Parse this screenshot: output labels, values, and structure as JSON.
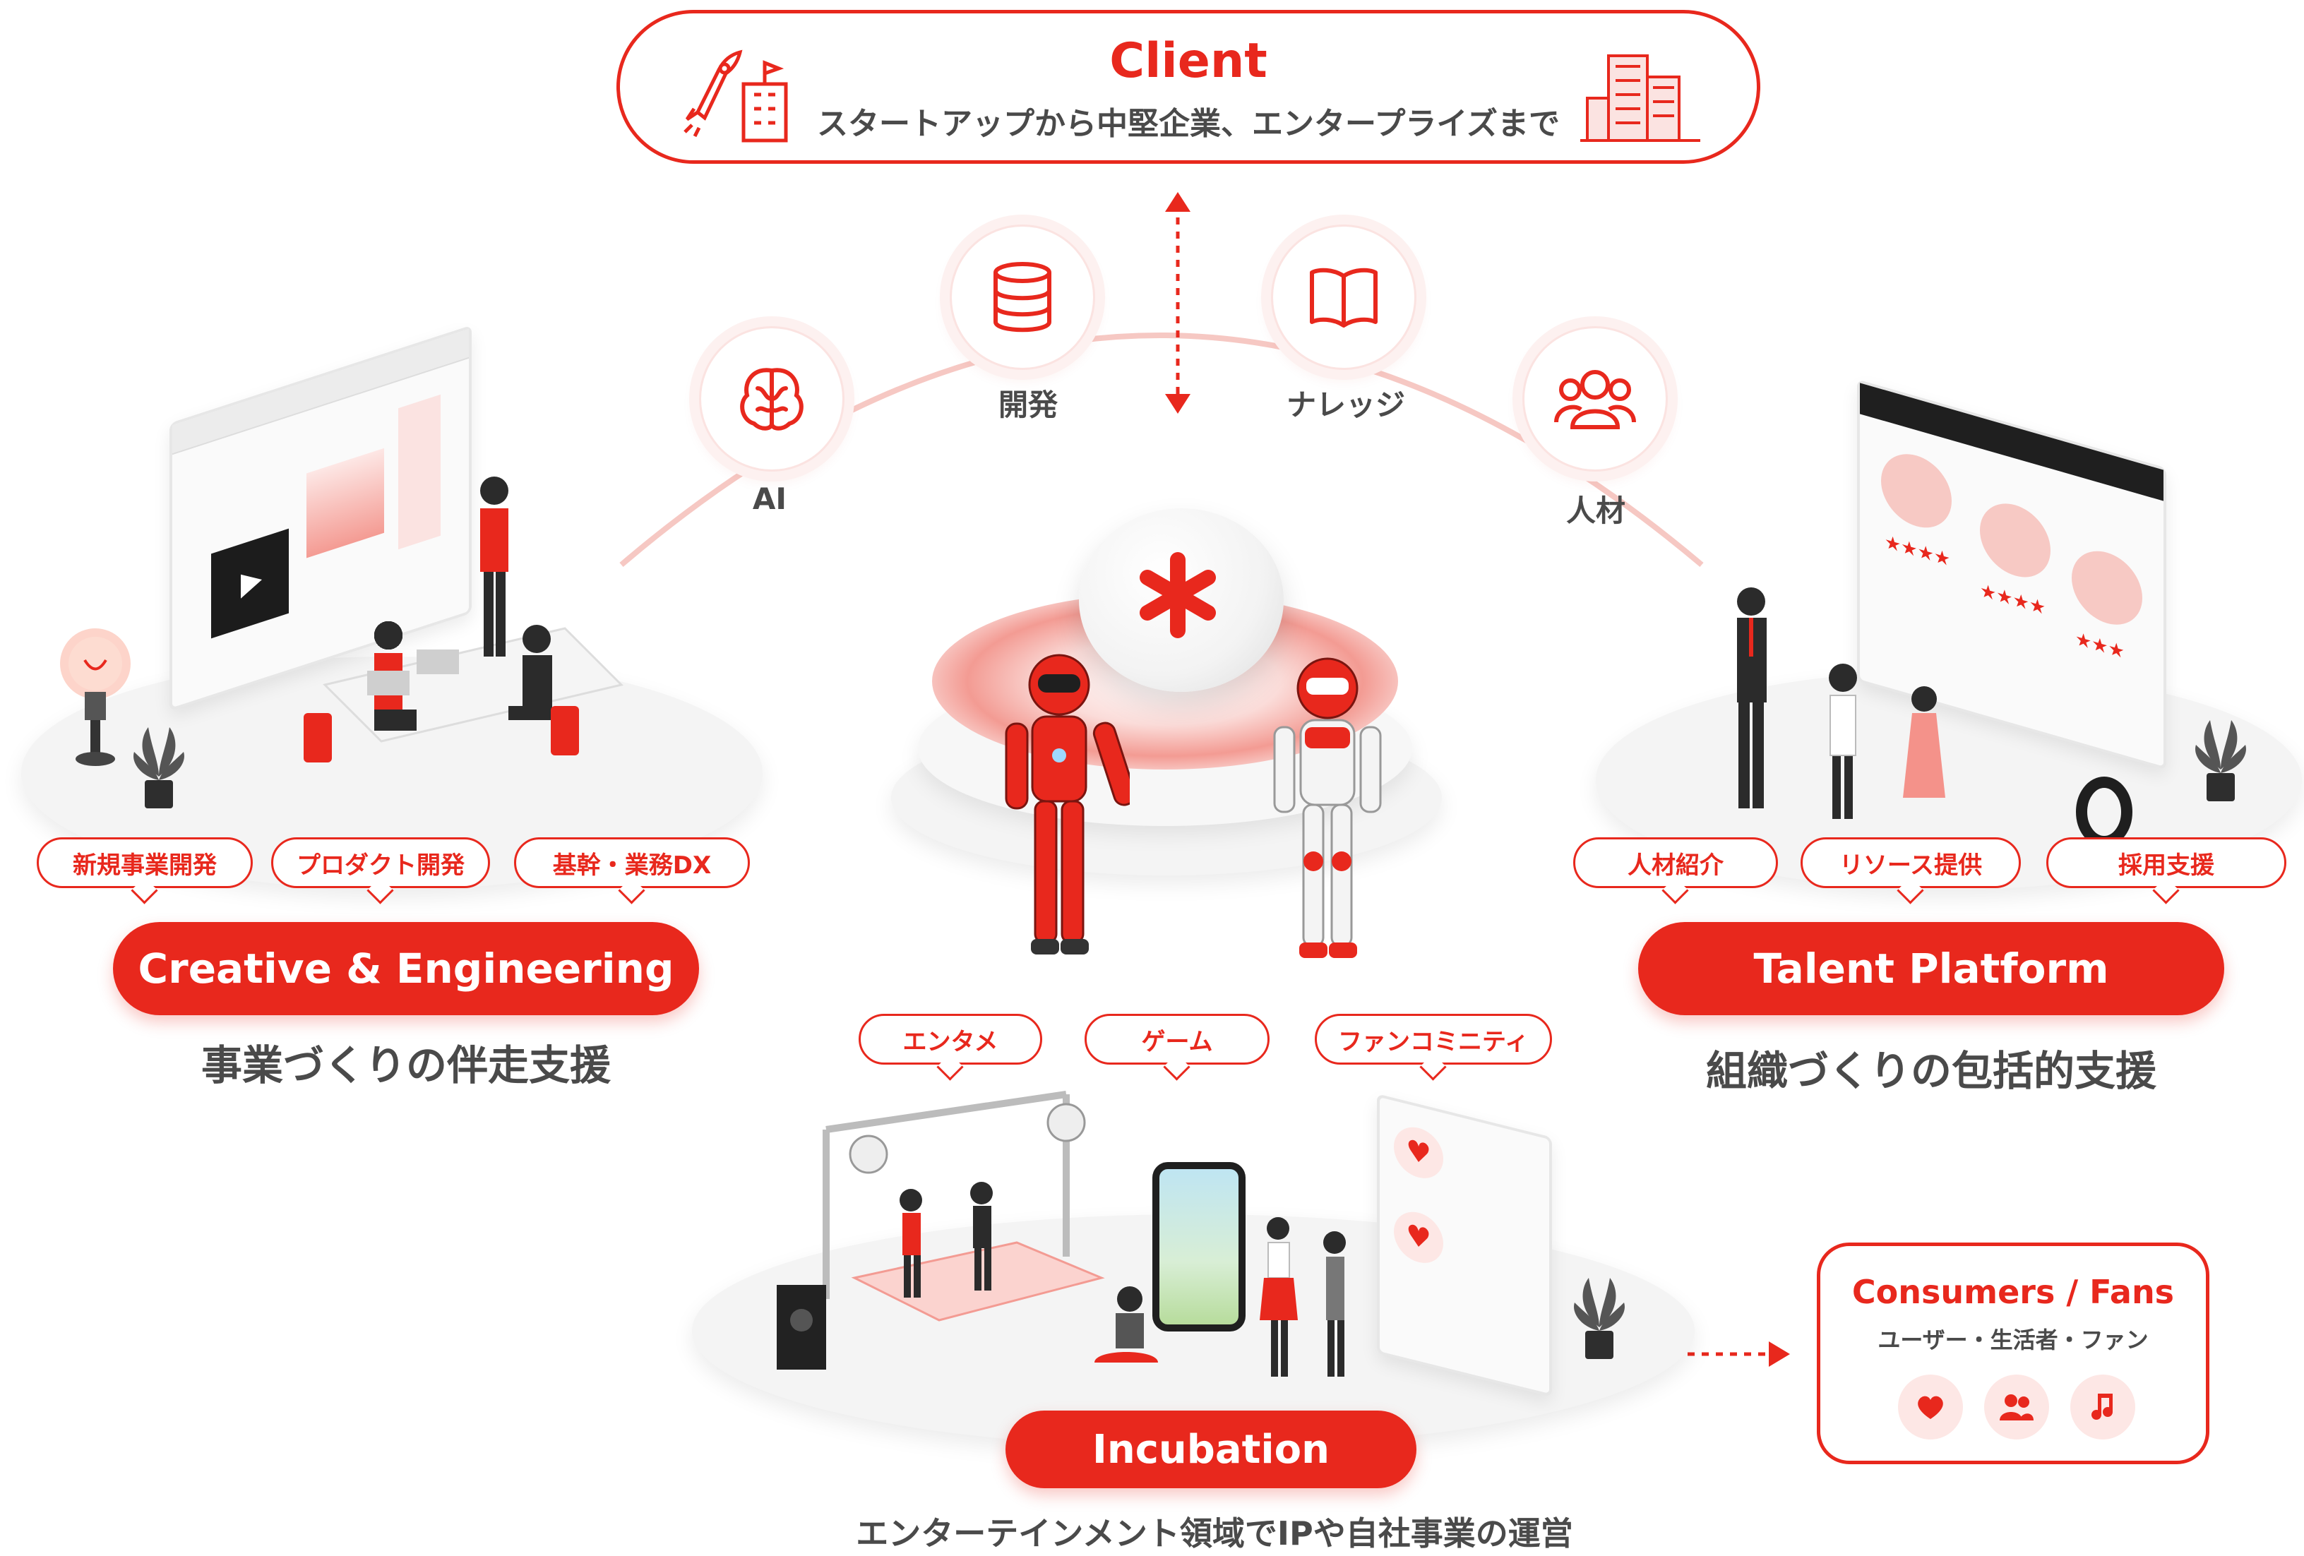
{
  "client": {
    "title": "Client",
    "subtitle": "スタートアップから中堅企業、エンタープライズまで"
  },
  "nodes": {
    "ai": "AI",
    "dev": "開発",
    "knowledge": "ナレッジ",
    "talent": "人材"
  },
  "left": {
    "tags": [
      "新規事業開発",
      "プロダクト開発",
      "基幹・業務DX"
    ],
    "title": "Creative & Engineering",
    "subtitle": "事業づくりの伴走支援"
  },
  "right": {
    "tags": [
      "人材紹介",
      "リソース提供",
      "採用支援"
    ],
    "title": "Talent Platform",
    "subtitle": "組織づくりの包括的支援"
  },
  "bottom": {
    "tags": [
      "エンタメ",
      "ゲーム",
      "ファンコミニティ"
    ],
    "title": "Incubation",
    "subtitle": "エンターテインメント領域でIPや自社事業の運営"
  },
  "fans": {
    "title": "Consumers / Fans",
    "subtitle": "ユーザー・生活者・ファン"
  },
  "icons": [
    "rocket-icon",
    "building-icon",
    "database-icon",
    "book-icon",
    "brain-icon",
    "people-icon",
    "asterisk-logo-icon",
    "heart-icon",
    "users-icon",
    "music-note-icon"
  ],
  "colors": {
    "accent": "#e8281d",
    "text": "#4a4a4a",
    "light_pink": "#fde7e5"
  }
}
